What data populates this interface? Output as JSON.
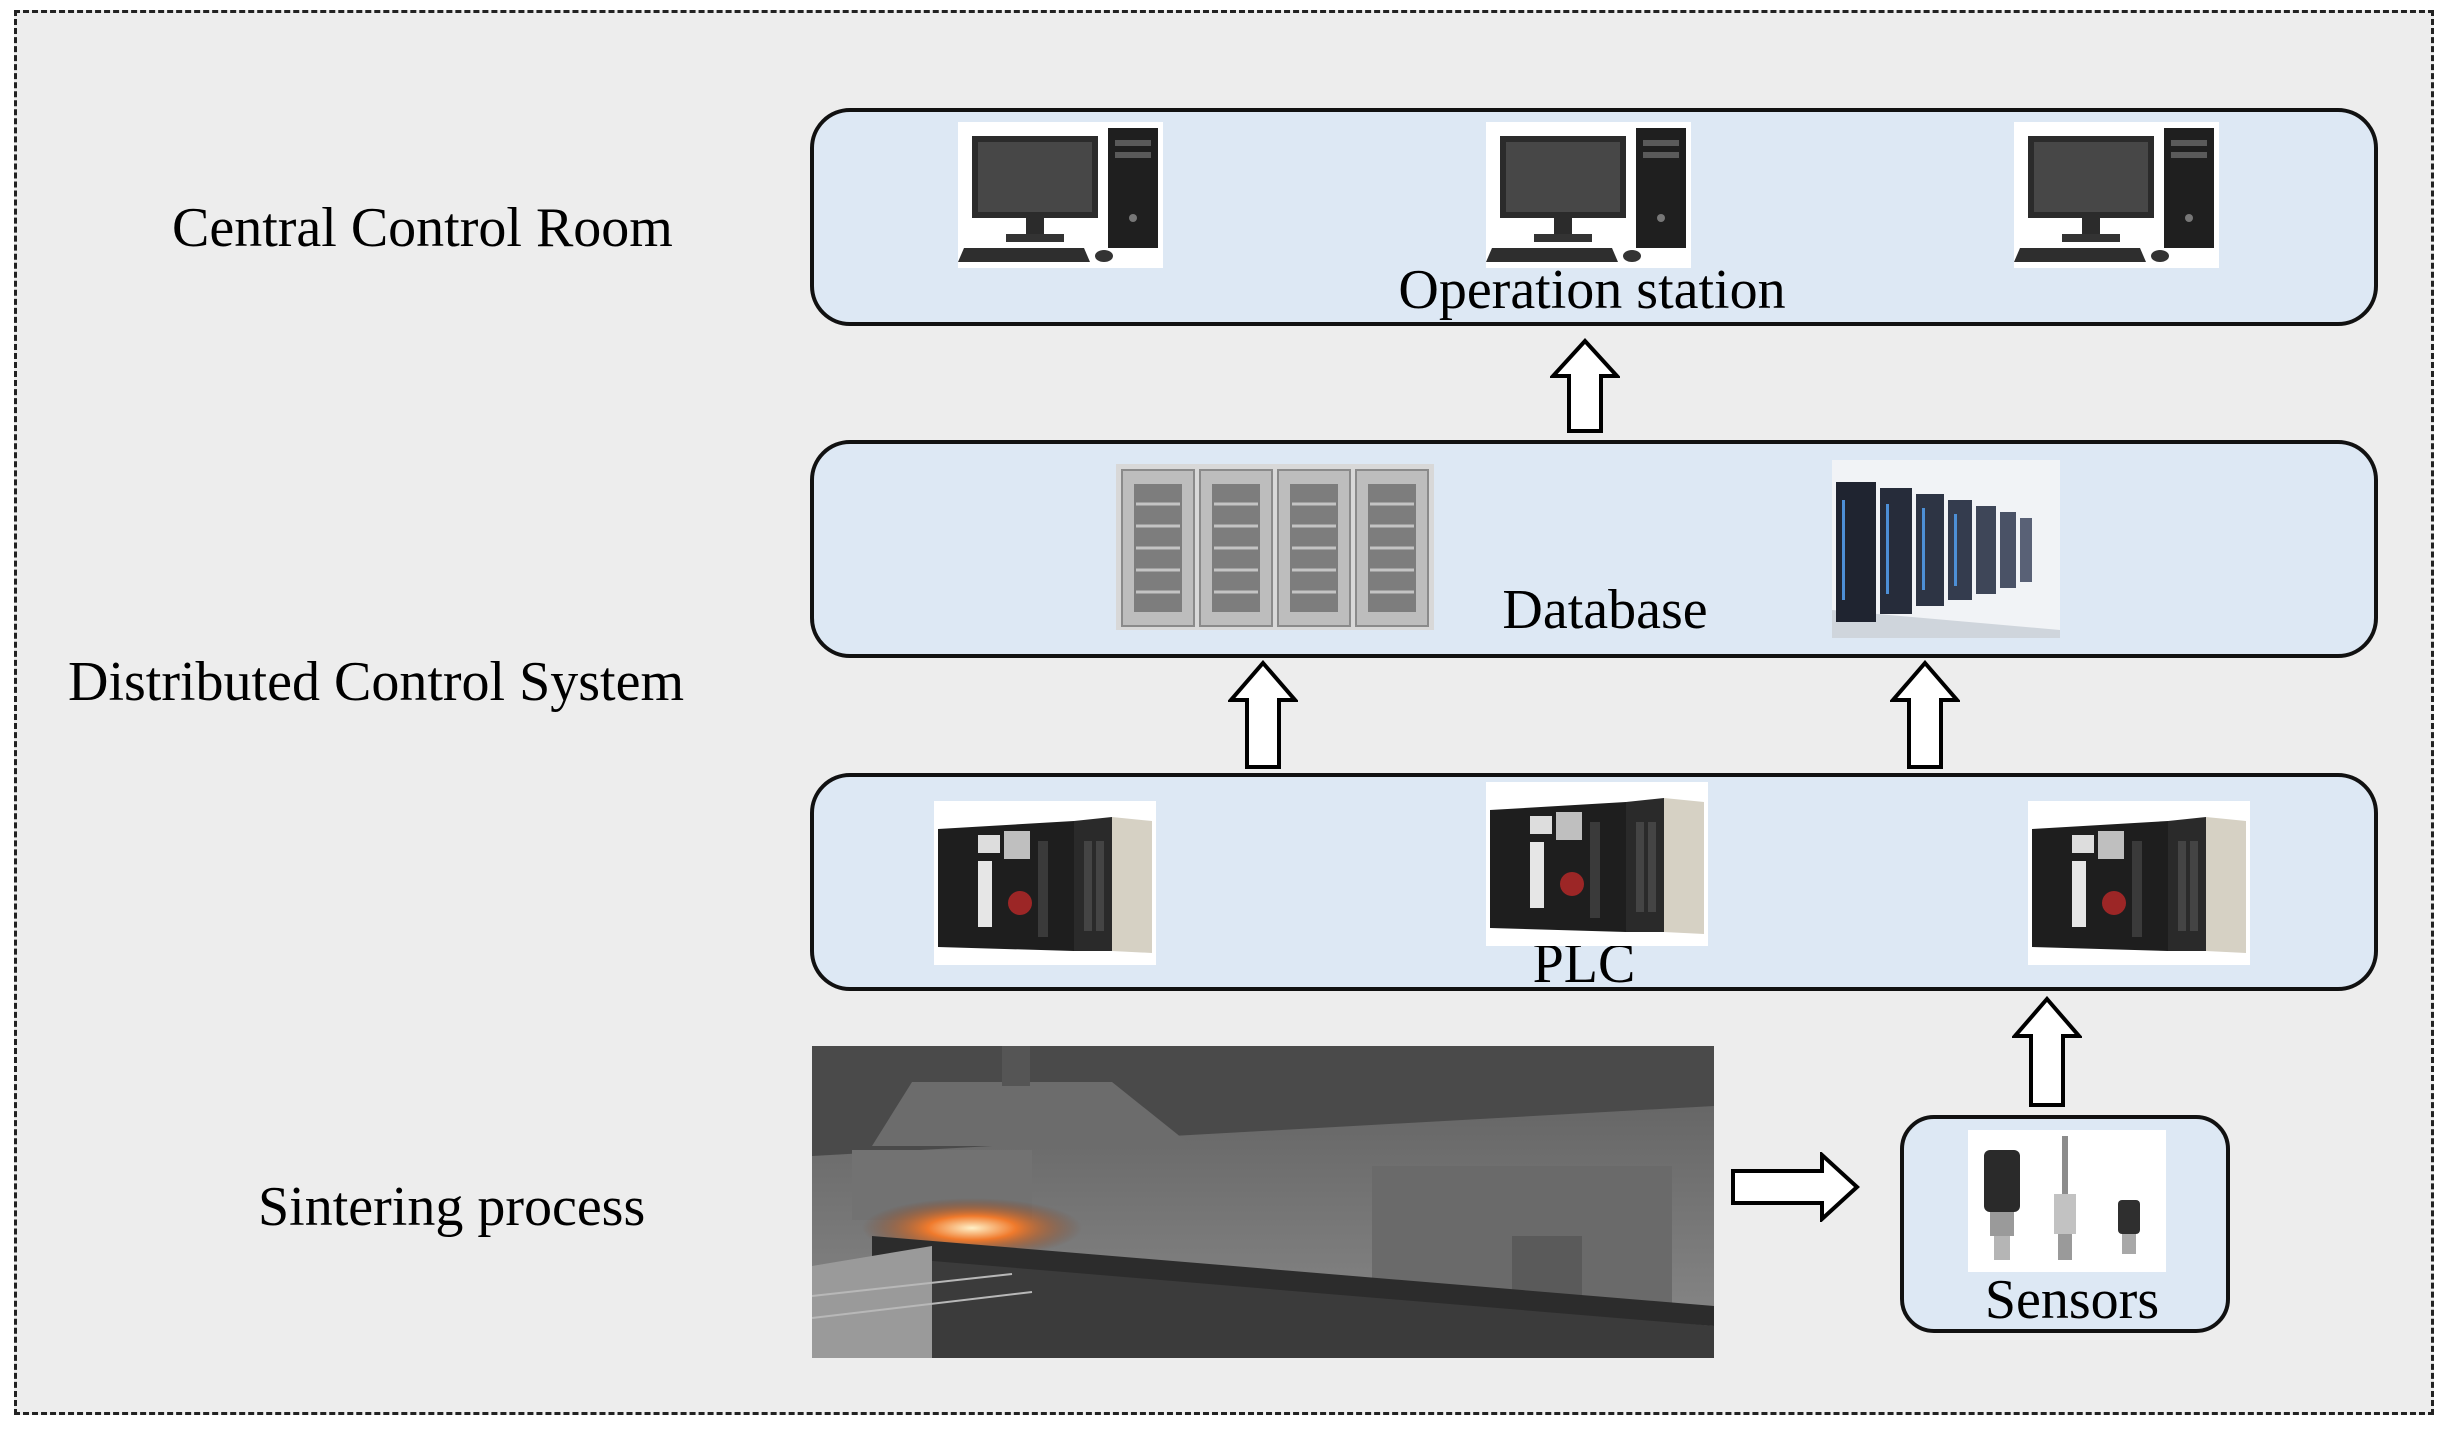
{
  "tiers": {
    "central": "Central Control Room",
    "dcs": "Distributed Control System",
    "process": "Sintering process"
  },
  "panels": {
    "operation": "Operation station",
    "database": "Database",
    "plc": "PLC",
    "sensors": "Sensors"
  },
  "icons": {
    "workstation": "desktop-computer-icon",
    "cabinet": "control-cabinet-icon",
    "datacenter": "server-rack-icon",
    "plc": "plc-module-icon",
    "sensor": "pressure-sensor-icon",
    "arrow": "hollow-arrow-icon"
  },
  "colors": {
    "background": "#ededed",
    "panel_fill": "#dde8f4",
    "outline": "#111111"
  }
}
